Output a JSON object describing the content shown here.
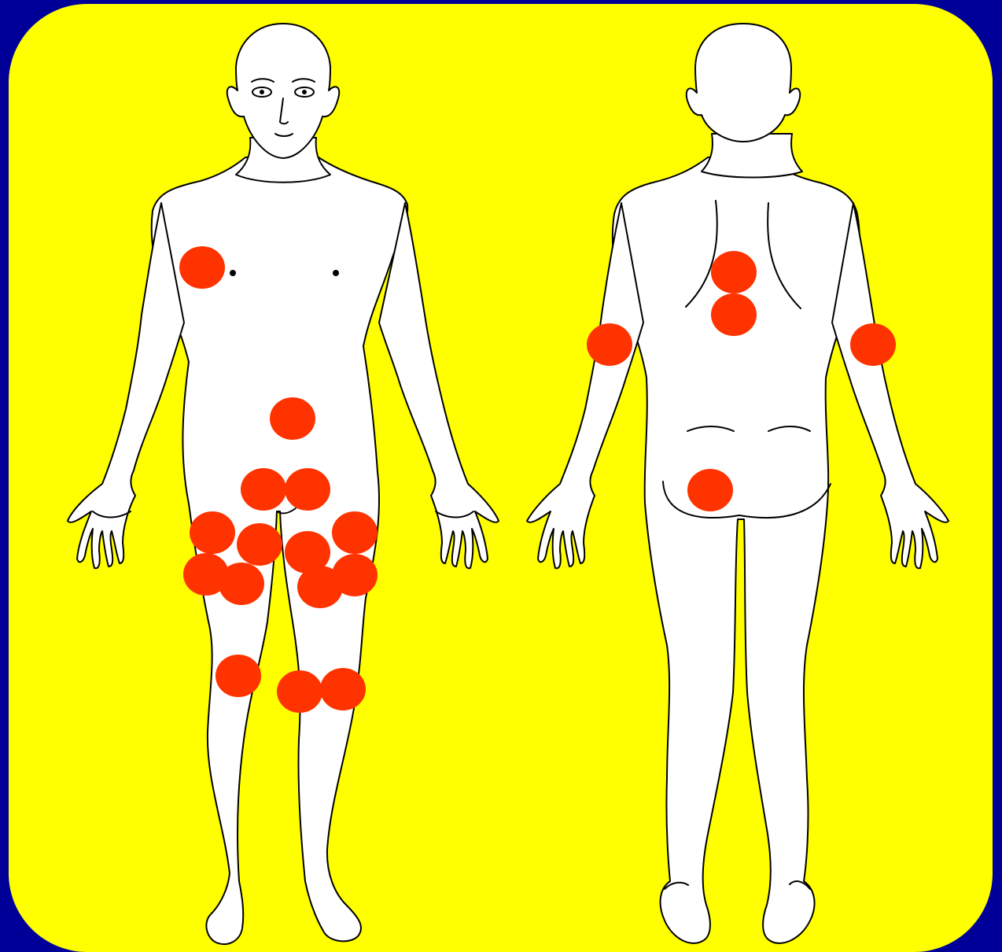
{
  "colors": {
    "frame": "#000099",
    "panel": "#ffff00",
    "body_fill": "#ffffff",
    "body_outline": "#000000",
    "marker": "#ff3300"
  },
  "figures": [
    {
      "view": "front",
      "icon": "human-body-front-icon"
    },
    {
      "view": "back",
      "icon": "human-body-back-icon"
    }
  ],
  "markers": {
    "front": [
      {
        "region": "right-chest"
      },
      {
        "region": "lower-abdomen"
      },
      {
        "region": "groin-left"
      },
      {
        "region": "groin-right"
      },
      {
        "region": "upper-thigh-outer-right"
      },
      {
        "region": "upper-thigh-inner-right"
      },
      {
        "region": "upper-thigh-inner-left"
      },
      {
        "region": "upper-thigh-outer-left"
      },
      {
        "region": "mid-thigh-outer-right"
      },
      {
        "region": "mid-thigh-inner-right"
      },
      {
        "region": "mid-thigh-inner-left"
      },
      {
        "region": "mid-thigh-outer-left"
      },
      {
        "region": "knee-right"
      },
      {
        "region": "knee-inner-left"
      },
      {
        "region": "knee-outer-left"
      }
    ],
    "back": [
      {
        "region": "upper-back"
      },
      {
        "region": "mid-back"
      },
      {
        "region": "left-elbow"
      },
      {
        "region": "right-elbow"
      },
      {
        "region": "left-buttock"
      }
    ]
  }
}
